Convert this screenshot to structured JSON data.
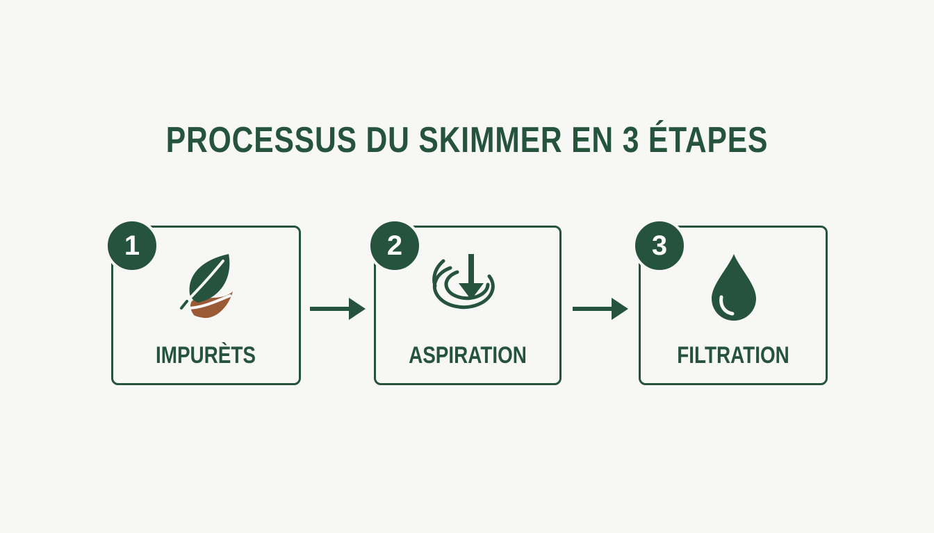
{
  "title": "PROCESSUS DU SKIMMER EN 3 ÉTAPES",
  "colors": {
    "primary": "#25533d",
    "accent_brown": "#9a5a35",
    "background": "#f7f7f5"
  },
  "steps": [
    {
      "number": "1",
      "label": "IMPURÈTS",
      "icon": "leaf-icon"
    },
    {
      "number": "2",
      "label": "ASPIRATION",
      "icon": "suction-arrow-icon"
    },
    {
      "number": "3",
      "label": "FILTRATION",
      "icon": "water-drop-icon"
    }
  ]
}
